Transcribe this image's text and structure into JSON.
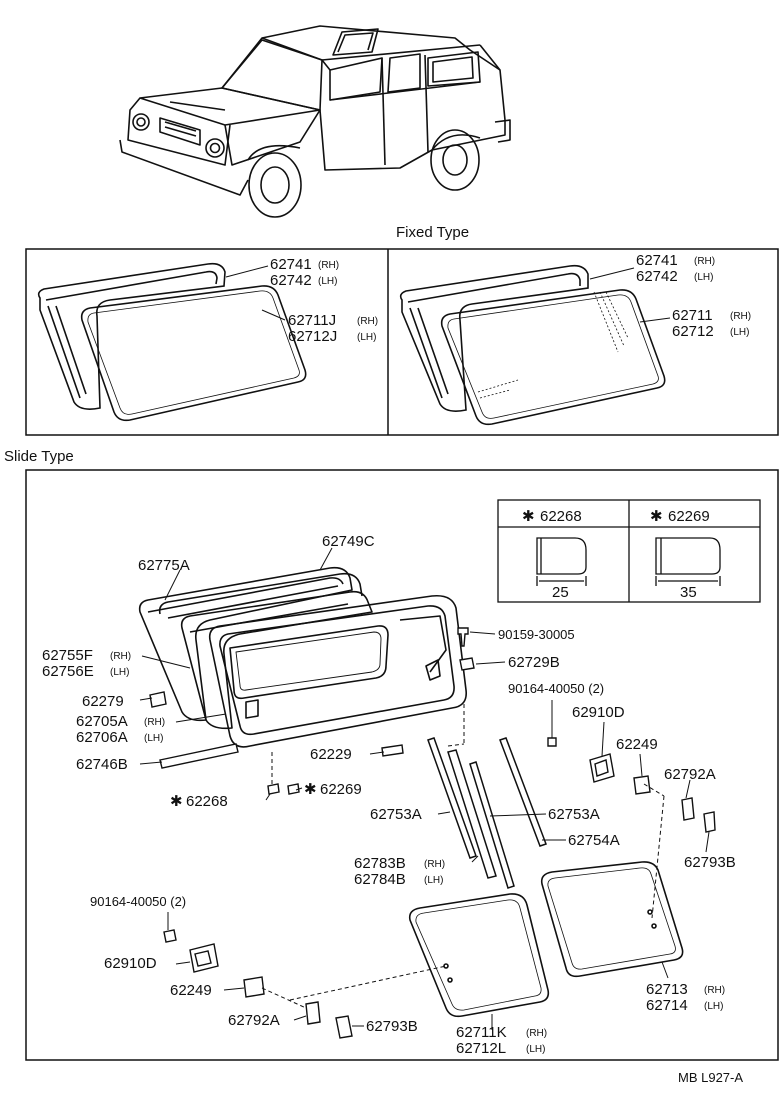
{
  "section_fixed": "Fixed Type",
  "section_slide": "Slide Type",
  "footer_code": "MB  L927-A",
  "fixed_left": {
    "seal_rh": "62741",
    "seal_lh": "62742",
    "glass_rh": "62711J",
    "glass_lh": "62712J",
    "rh": "(RH)",
    "lh": "(LH)"
  },
  "fixed_right": {
    "seal_rh": "62741",
    "seal_lh": "62742",
    "glass_rh": "62711",
    "glass_lh": "62712",
    "rh": "(RH)",
    "lh": "(LH)"
  },
  "detail_table": {
    "left_part": "62268",
    "left_dim": "25",
    "right_part": "62269",
    "right_dim": "35",
    "mark": "✱"
  },
  "slide_parts": {
    "p62749C": "62749C",
    "p62775A": "62775A",
    "p62755F": "62755F",
    "p62756E": "62756E",
    "p62279": "62279",
    "p62705A": "62705A",
    "p62706A": "62706A",
    "p62746B": "62746B",
    "p62229": "62229",
    "p62268": "62268",
    "p62269": "62269",
    "p90159": "90159-30005",
    "p62729B": "62729B",
    "p90164a": "90164-40050 (2)",
    "p62910Da": "62910D",
    "p62249a": "62249",
    "p62792Aa": "62792A",
    "p62793Ba": "62793B",
    "p62753Aa": "62753A",
    "p62753Ab": "62753A",
    "p62754A": "62754A",
    "p62783B": "62783B",
    "p62784B": "62784B",
    "p90164b": "90164-40050 (2)",
    "p62910Db": "62910D",
    "p62249b": "62249",
    "p62792Ab": "62792A",
    "p62793Bb": "62793B",
    "p62711K": "62711K",
    "p62712L": "62712L",
    "p62713": "62713",
    "p62714": "62714",
    "rh": "(RH)",
    "lh": "(LH)"
  }
}
